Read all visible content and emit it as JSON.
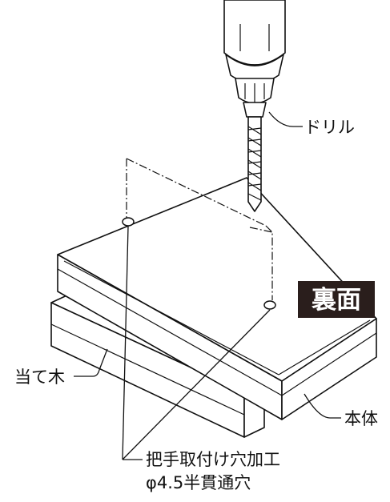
{
  "labels": {
    "drill": "ドリル",
    "back_side": "裏面",
    "scrap_wood": "当て木",
    "main_body": "本体",
    "hole_line1": "把手取付け穴加工",
    "hole_line2": "φ4.5半貫通穴"
  },
  "colors": {
    "ink": "#111111",
    "badge_bg": "#2a1e1c",
    "badge_text": "#ffffff",
    "background": "#ffffff"
  }
}
